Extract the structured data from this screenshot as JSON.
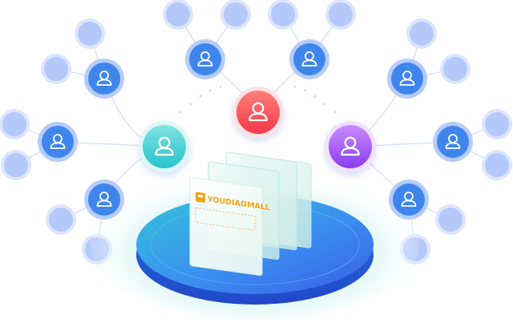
{
  "brand": {
    "name": "YOUDIAOMALL",
    "logo_icon": "box-icon",
    "color": "#f2a30f"
  },
  "hubs": [
    {
      "name": "hub-user-teal",
      "icon": "user-icon",
      "color_top": "#7fe3e0",
      "color_bottom": "#27c2cf"
    },
    {
      "name": "hub-user-red",
      "icon": "user-icon",
      "color_top": "#ff7f79",
      "color_bottom": "#f2384a"
    },
    {
      "name": "hub-user-purple",
      "icon": "user-icon",
      "color_top": "#c98bff",
      "color_bottom": "#8a3df0"
    }
  ],
  "node_colors": {
    "user_node_fill": "#3f86ec",
    "user_node_ring": "#b6ccfb",
    "leaf_node_fill": "#b4c8fa",
    "leaf_node_ring": "#dbe6fd",
    "edge": "#d5e1fb",
    "platform_top": "#3b8df0",
    "platform_glow": "#9be6ea"
  }
}
